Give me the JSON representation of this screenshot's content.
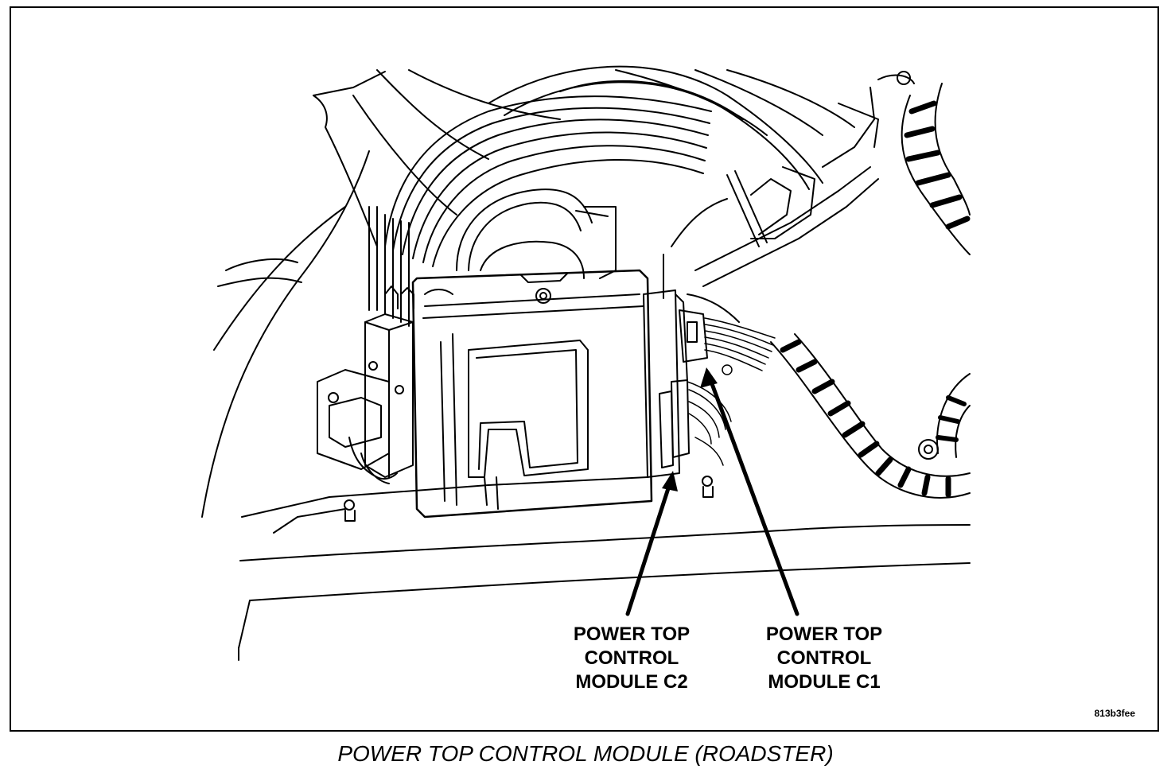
{
  "figure": {
    "callouts": [
      {
        "lines": [
          "POWER TOP",
          "CONTROL",
          "MODULE C2"
        ]
      },
      {
        "lines": [
          "POWER TOP",
          "CONTROL",
          "MODULE C1"
        ]
      }
    ],
    "figure_code": "813b3fee",
    "caption": "POWER TOP CONTROL MODULE (ROADSTER)"
  },
  "colors": {
    "line": "#000000",
    "background": "#ffffff"
  },
  "icons": [
    "control-module-illustration",
    "wiring-harness-illustration",
    "leader-arrow"
  ]
}
